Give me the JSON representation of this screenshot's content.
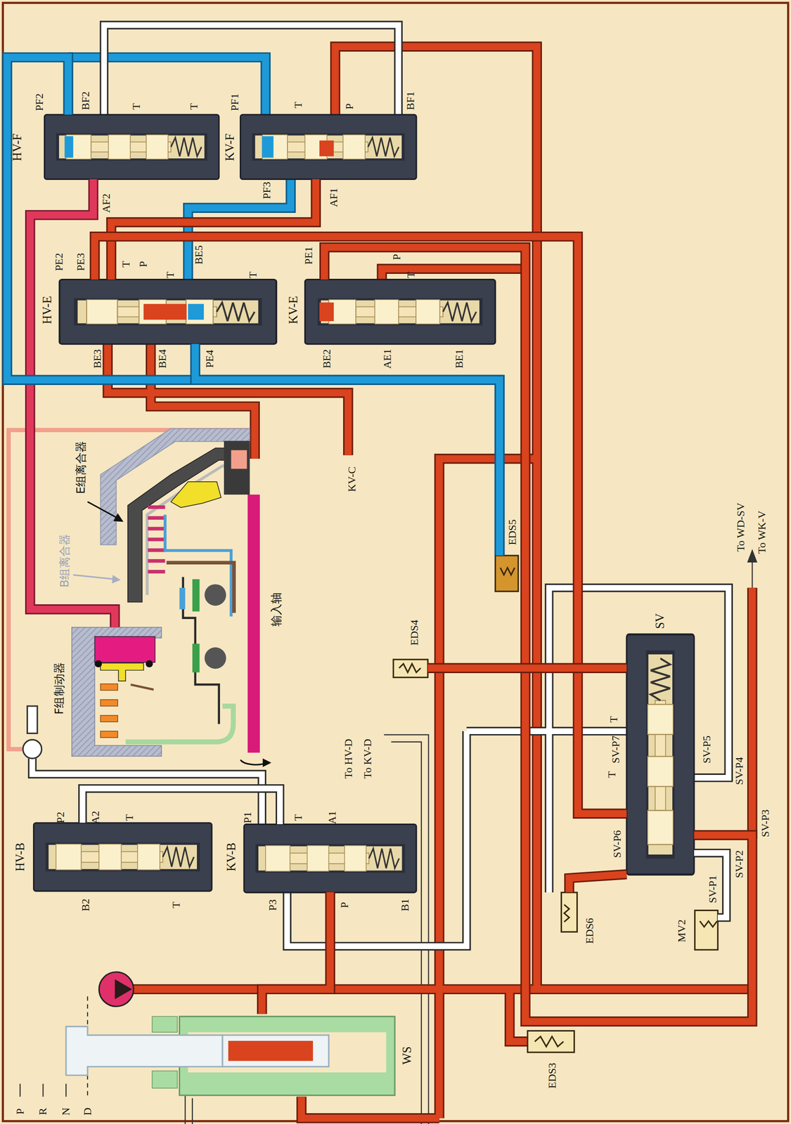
{
  "diagram": {
    "nodes": [
      {
        "text": [
          "HV-F"
        ]
      },
      {
        "text": [
          "KV-F"
        ]
      },
      {
        "text": [
          "HV-E"
        ]
      },
      {
        "text": [
          "KV-E"
        ]
      },
      {
        "text": [
          "F组制动器"
        ]
      },
      {
        "text": [
          "HV-B"
        ]
      },
      {
        "text": [
          "KV-B"
        ]
      },
      {
        "text": [
          "SV"
        ]
      },
      {
        "text": [
          "WS"
        ]
      },
      {
        "text": [
          "EDS5"
        ]
      },
      {
        "text": [
          "EDS4"
        ]
      },
      {
        "text": [
          "EDS6"
        ]
      },
      {
        "text": [
          "MV2"
        ]
      },
      {
        "text": [
          "EDS3"
        ]
      }
    ],
    "edges": [
      {
        "from": 0,
        "to": 4,
        "arrow": "none"
      },
      {
        "from": 1,
        "to": 2,
        "arrow": "none"
      },
      {
        "from": 9,
        "to": 0,
        "arrow": "none"
      },
      {
        "from": 9,
        "to": 2,
        "arrow": "none"
      },
      {
        "from": 3,
        "to": 7,
        "arrow": "none"
      },
      {
        "from": 2,
        "to": 7,
        "arrow": "none"
      },
      {
        "from": 8,
        "to": 6,
        "arrow": "none"
      },
      {
        "from": 6,
        "to": 5,
        "arrow": "none"
      },
      {
        "from": 11,
        "to": 7,
        "arrow": "none"
      },
      {
        "from": 12,
        "to": 7,
        "arrow": "none"
      },
      {
        "from": 10,
        "to": 7,
        "arrow": "none"
      }
    ],
    "labels": [
      "PF2",
      "BF2",
      "T",
      "T",
      "AF2",
      "PF1",
      "T",
      "P",
      "BF1",
      "PF3",
      "AF1",
      "PE2",
      "PE3",
      "T",
      "P",
      "T",
      "BE5",
      "T",
      "BE3",
      "BE4",
      "PE4",
      "PE1",
      "P",
      "T",
      "BE2",
      "AE1",
      "BE1",
      "KV-C",
      "E组离合器",
      "B组离合器",
      "输入轴",
      "To HV-D",
      "To KV-D",
      "To WD-SV",
      "To WK-V",
      "T",
      "SV-P7",
      "T",
      "SV-P6",
      "SV-P5",
      "SV-P4",
      "SV-P3",
      "SV-P2",
      "SV-P1",
      "P2",
      "A2",
      "T",
      "B2",
      "T",
      "P1",
      "T",
      "A1",
      "P3",
      "P",
      "B1",
      "P",
      "R",
      "N",
      "D"
    ]
  }
}
